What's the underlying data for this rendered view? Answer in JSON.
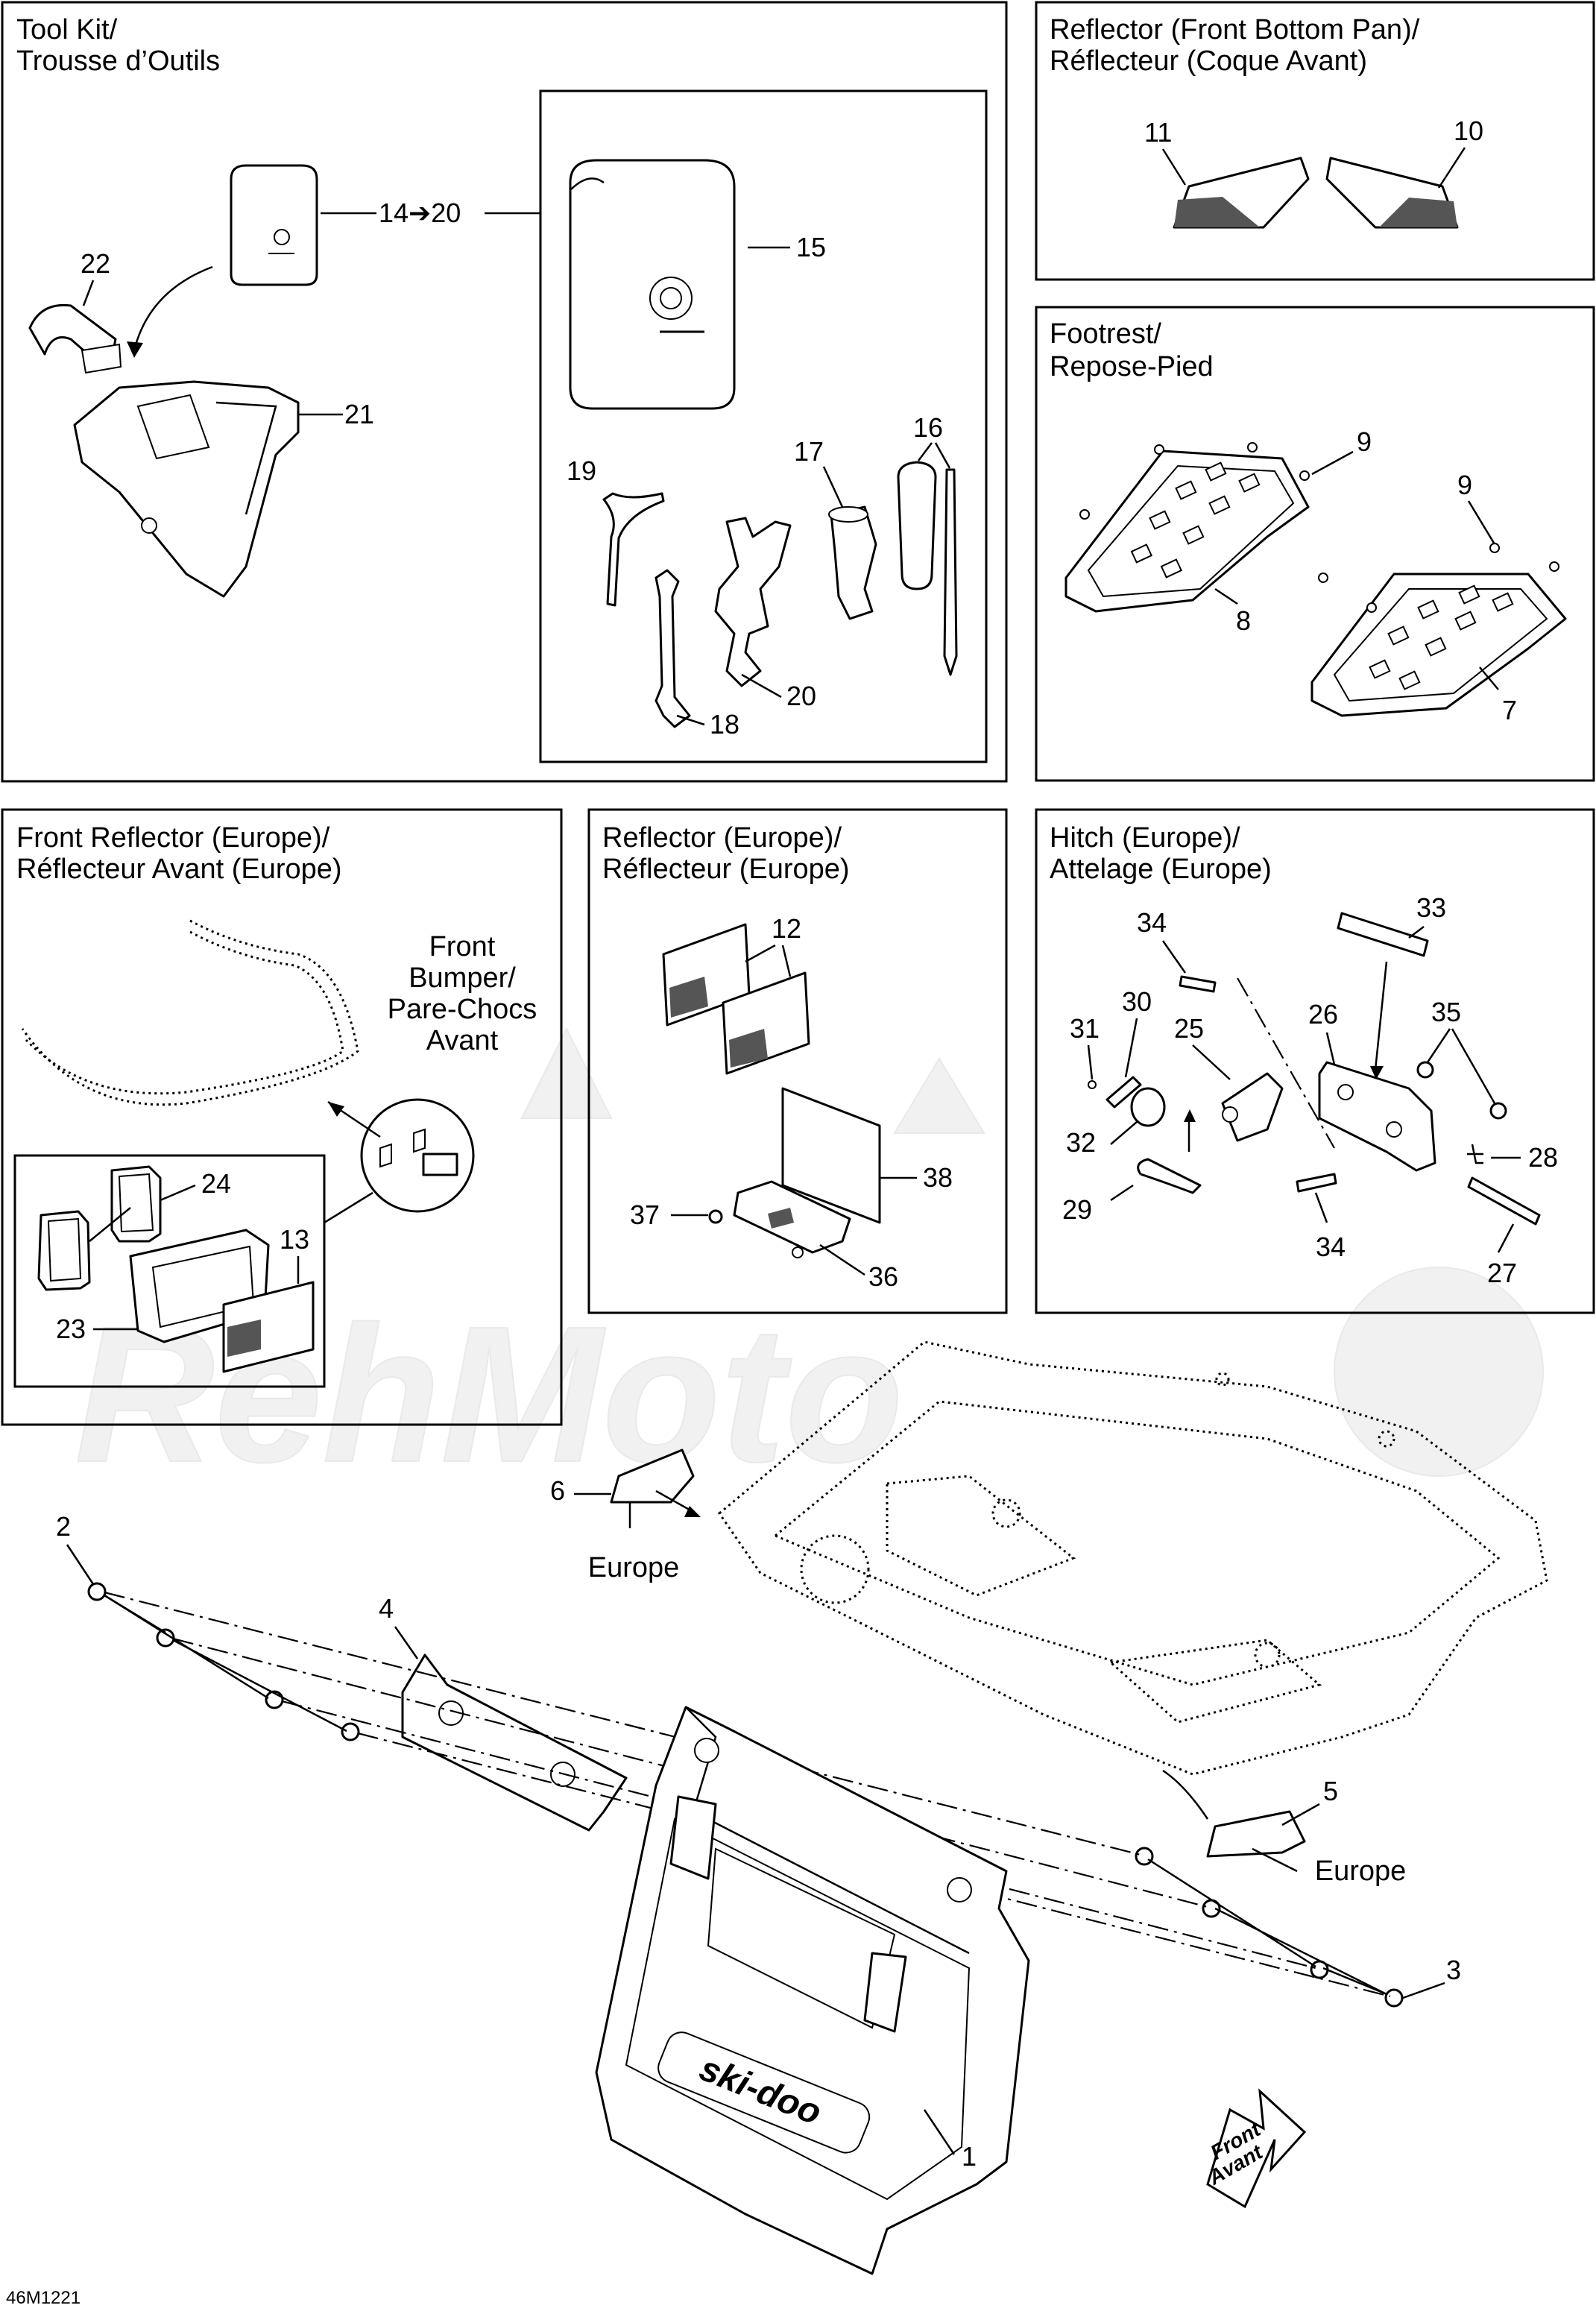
{
  "panels": {
    "toolkit": {
      "title1": "Tool Kit/",
      "title2": "Trousse d’Outils"
    },
    "reflector_bottom": {
      "title1": "Reflector (Front Bottom Pan)/",
      "title2": "Réflecteur (Coque Avant)"
    },
    "footrest": {
      "title1": "Footrest/",
      "title2": "Repose-Pied"
    },
    "front_reflector": {
      "title1": "Front Reflector (Europe)/",
      "title2": "Réflecteur Avant (Europe)"
    },
    "reflector_europe": {
      "title1": "Reflector (Europe)/",
      "title2": "Réflecteur (Europe)"
    },
    "hitch": {
      "title1": "Hitch (Europe)/",
      "title2": "Attelage (Europe)"
    }
  },
  "labels": {
    "front_bumper_1": "Front",
    "front_bumper_2": "Bumper/",
    "front_bumper_3": "Pare-Chocs",
    "front_bumper_4": "Avant",
    "europe_a": "Europe",
    "europe_b": "Europe",
    "front_arrow_1": "Front",
    "front_arrow_2": "Avant",
    "range_14_20": "14➔20",
    "diagram_code": "46M1221"
  },
  "callouts": {
    "n1": "1",
    "n2": "2",
    "n3": "3",
    "n4": "4",
    "n5": "5",
    "n6": "6",
    "n7": "7",
    "n8": "8",
    "n9a": "9",
    "n9b": "9",
    "n10": "10",
    "n11": "11",
    "n12": "12",
    "n13": "13",
    "n15": "15",
    "n16": "16",
    "n17": "17",
    "n18": "18",
    "n19": "19",
    "n20": "20",
    "n21": "21",
    "n22": "22",
    "n23": "23",
    "n24": "24",
    "n25": "25",
    "n26": "26",
    "n27": "27",
    "n28": "28",
    "n29": "29",
    "n30": "30",
    "n31": "31",
    "n32": "32",
    "n33": "33",
    "n34a": "34",
    "n34b": "34",
    "n35": "35",
    "n36": "36",
    "n37": "37",
    "n38": "38"
  },
  "watermark": "RehMoto"
}
